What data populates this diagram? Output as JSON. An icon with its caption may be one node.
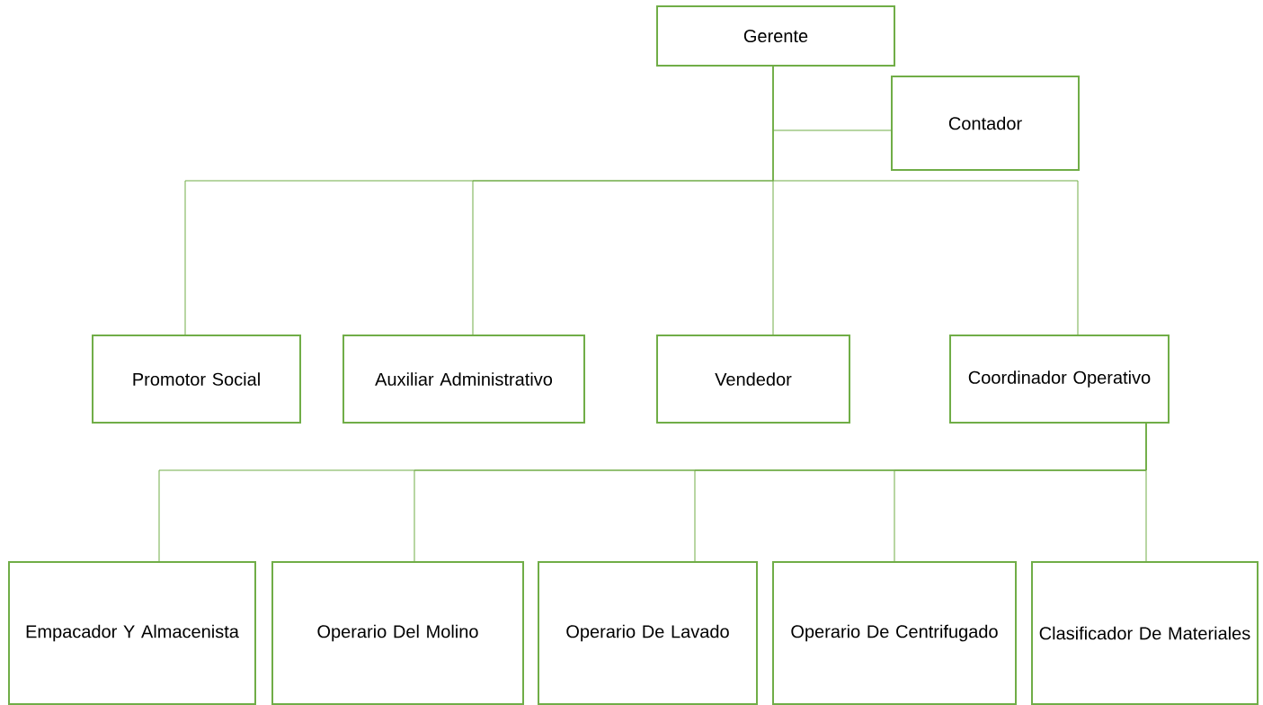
{
  "diagram": {
    "nodes": [
      {
        "text": [
          "Gerente"
        ]
      },
      {
        "text": [
          "Contador"
        ]
      },
      {
        "text": [
          "Promotor Social"
        ]
      },
      {
        "text": [
          "Auxiliar Administrativo"
        ]
      },
      {
        "text": [
          "Vendedor"
        ]
      },
      {
        "text": [
          "Coordinador Operativo"
        ]
      },
      {
        "text": [
          "Empacador Y Almacenista"
        ]
      },
      {
        "text": [
          "Operario Del Molino"
        ]
      },
      {
        "text": [
          "Operario De Lavado"
        ]
      },
      {
        "text": [
          "Operario De Centrifugado"
        ]
      },
      {
        "text": [
          "Clasificador De Materiales"
        ]
      }
    ],
    "edges": [
      {
        "from": 0,
        "to": 1,
        "arrow": "none"
      },
      {
        "from": 0,
        "to": 2,
        "arrow": "none"
      },
      {
        "from": 0,
        "to": 3,
        "arrow": "none"
      },
      {
        "from": 0,
        "to": 4,
        "arrow": "none"
      },
      {
        "from": 0,
        "to": 5,
        "arrow": "none"
      },
      {
        "from": 5,
        "to": 6,
        "arrow": "none"
      },
      {
        "from": 5,
        "to": 7,
        "arrow": "none"
      },
      {
        "from": 5,
        "to": 8,
        "arrow": "none"
      },
      {
        "from": 5,
        "to": 9,
        "arrow": "none"
      },
      {
        "from": 5,
        "to": 10,
        "arrow": "none"
      }
    ]
  }
}
